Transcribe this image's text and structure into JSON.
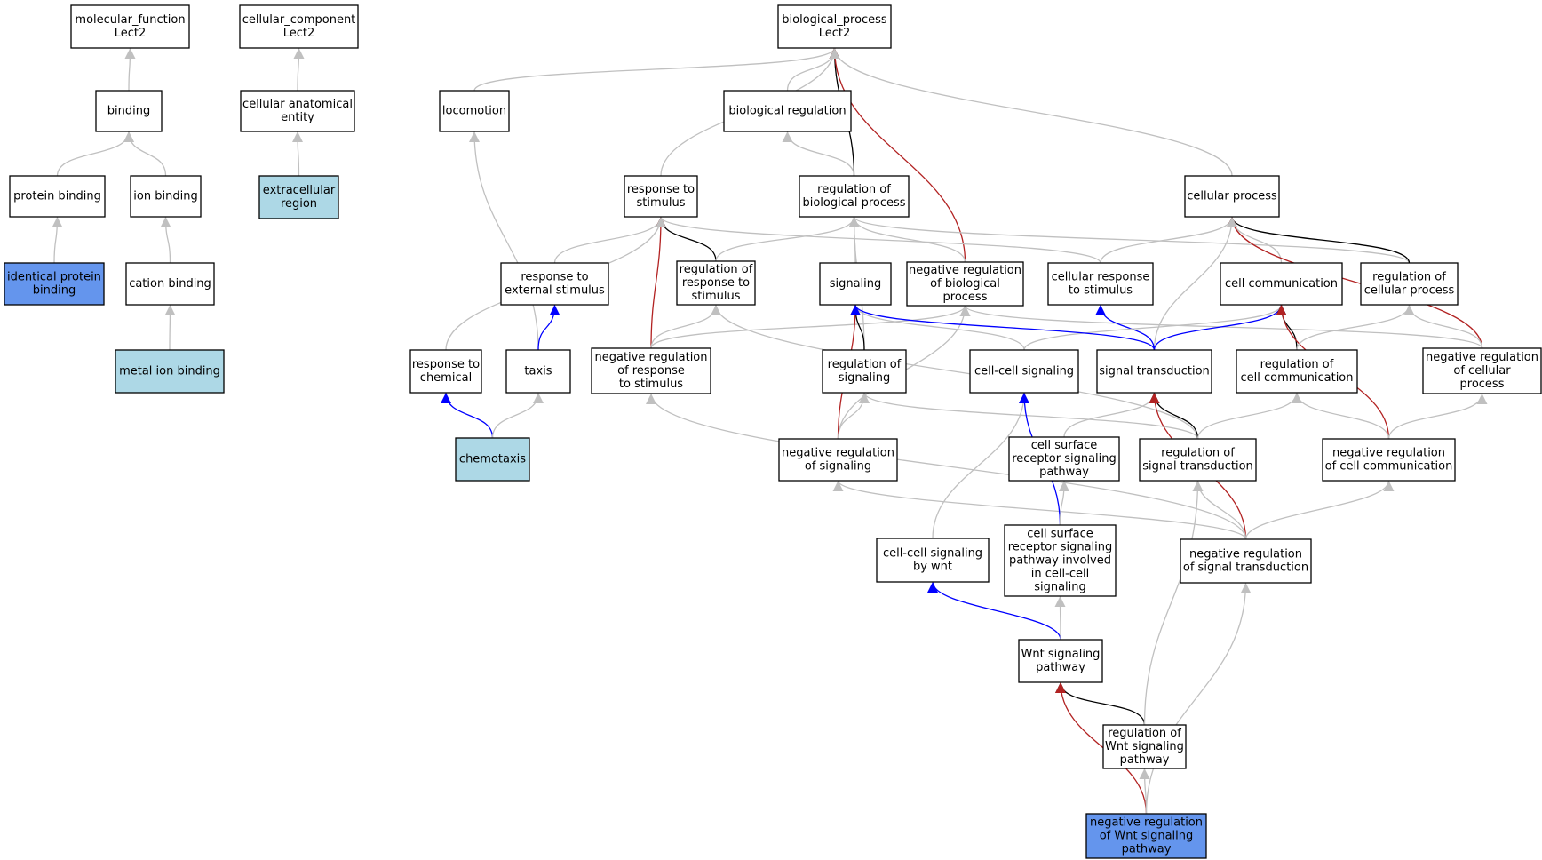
{
  "colors": {
    "plain": "#ffffff",
    "light_blue": "#add8e6",
    "cornflower_blue": "#6495ed",
    "is_a": "#c0c0c0",
    "regulates": "#000000",
    "part_of": "#0000ff",
    "negatively_regulates": "#b22222"
  },
  "nodes": [
    {
      "id": "mf",
      "lines": [
        "molecular_function",
        "Lect2"
      ],
      "fill": "plain"
    },
    {
      "id": "cc",
      "lines": [
        "cellular_component",
        "Lect2"
      ],
      "fill": "plain"
    },
    {
      "id": "bp",
      "lines": [
        "biological_process",
        "Lect2"
      ],
      "fill": "plain"
    },
    {
      "id": "binding",
      "lines": [
        "binding"
      ],
      "fill": "plain"
    },
    {
      "id": "cae",
      "lines": [
        "cellular anatomical",
        "entity"
      ],
      "fill": "plain"
    },
    {
      "id": "locomotion",
      "lines": [
        "locomotion"
      ],
      "fill": "plain"
    },
    {
      "id": "bioreg",
      "lines": [
        "biological regulation"
      ],
      "fill": "plain"
    },
    {
      "id": "protbind",
      "lines": [
        "protein binding"
      ],
      "fill": "plain"
    },
    {
      "id": "ionbind",
      "lines": [
        "ion binding"
      ],
      "fill": "plain"
    },
    {
      "id": "extreg",
      "lines": [
        "extracellular",
        "region"
      ],
      "fill": "light_blue"
    },
    {
      "id": "resp",
      "lines": [
        "response to",
        "stimulus"
      ],
      "fill": "plain"
    },
    {
      "id": "regbp",
      "lines": [
        "regulation of",
        "biological process"
      ],
      "fill": "plain"
    },
    {
      "id": "cellproc",
      "lines": [
        "cellular process"
      ],
      "fill": "plain"
    },
    {
      "id": "identbind",
      "lines": [
        "identical protein",
        "binding"
      ],
      "fill": "cornflower_blue"
    },
    {
      "id": "cationbind",
      "lines": [
        "cation binding"
      ],
      "fill": "plain"
    },
    {
      "id": "respext",
      "lines": [
        "response to",
        "external stimulus"
      ],
      "fill": "plain"
    },
    {
      "id": "regresp",
      "lines": [
        "regulation of",
        "response to",
        "stimulus"
      ],
      "fill": "plain"
    },
    {
      "id": "signaling",
      "lines": [
        "signaling"
      ],
      "fill": "plain"
    },
    {
      "id": "negregbp",
      "lines": [
        "negative regulation",
        "of biological",
        "process"
      ],
      "fill": "plain"
    },
    {
      "id": "cellresp",
      "lines": [
        "cellular response",
        "to stimulus"
      ],
      "fill": "plain"
    },
    {
      "id": "cellcomm",
      "lines": [
        "cell communication"
      ],
      "fill": "plain"
    },
    {
      "id": "regcp",
      "lines": [
        "regulation of",
        "cellular process"
      ],
      "fill": "plain"
    },
    {
      "id": "metalbind",
      "lines": [
        "metal ion binding"
      ],
      "fill": "light_blue"
    },
    {
      "id": "respchem",
      "lines": [
        "response to",
        "chemical"
      ],
      "fill": "plain"
    },
    {
      "id": "taxis",
      "lines": [
        "taxis"
      ],
      "fill": "plain"
    },
    {
      "id": "negregresp",
      "lines": [
        "negative regulation",
        "of response",
        "to stimulus"
      ],
      "fill": "plain"
    },
    {
      "id": "regsig",
      "lines": [
        "regulation of",
        "signaling"
      ],
      "fill": "plain"
    },
    {
      "id": "ccsig",
      "lines": [
        "cell-cell signaling"
      ],
      "fill": "plain"
    },
    {
      "id": "sigtrans",
      "lines": [
        "signal transduction"
      ],
      "fill": "plain"
    },
    {
      "id": "regcc",
      "lines": [
        "regulation of",
        "cell communication"
      ],
      "fill": "plain"
    },
    {
      "id": "negregcp",
      "lines": [
        "negative regulation",
        "of cellular",
        "process"
      ],
      "fill": "plain"
    },
    {
      "id": "chemotaxis",
      "lines": [
        "chemotaxis"
      ],
      "fill": "light_blue"
    },
    {
      "id": "negregsig",
      "lines": [
        "negative regulation",
        "of signaling"
      ],
      "fill": "plain"
    },
    {
      "id": "csrsp",
      "lines": [
        "cell surface",
        "receptor signaling",
        "pathway"
      ],
      "fill": "plain"
    },
    {
      "id": "regst",
      "lines": [
        "regulation of",
        "signal transduction"
      ],
      "fill": "plain"
    },
    {
      "id": "negregcc",
      "lines": [
        "negative regulation",
        "of cell communication"
      ],
      "fill": "plain"
    },
    {
      "id": "ccswnt",
      "lines": [
        "cell-cell signaling",
        "by wnt"
      ],
      "fill": "plain"
    },
    {
      "id": "csrspccs",
      "lines": [
        "cell surface",
        "receptor signaling",
        "pathway involved",
        "in cell-cell",
        "signaling"
      ],
      "fill": "plain"
    },
    {
      "id": "negregst",
      "lines": [
        "negative regulation",
        "of signal transduction"
      ],
      "fill": "plain"
    },
    {
      "id": "wnt",
      "lines": [
        "Wnt signaling",
        "pathway"
      ],
      "fill": "plain"
    },
    {
      "id": "regwnt",
      "lines": [
        "regulation of",
        "Wnt signaling",
        "pathway"
      ],
      "fill": "plain"
    },
    {
      "id": "negregwnt",
      "lines": [
        "negative regulation",
        "of Wnt signaling",
        "pathway"
      ],
      "fill": "cornflower_blue"
    }
  ],
  "edges": [
    {
      "from": "binding",
      "to": "mf",
      "kind": "is_a"
    },
    {
      "from": "cae",
      "to": "cc",
      "kind": "is_a"
    },
    {
      "from": "protbind",
      "to": "binding",
      "kind": "is_a"
    },
    {
      "from": "ionbind",
      "to": "binding",
      "kind": "is_a"
    },
    {
      "from": "extreg",
      "to": "cae",
      "kind": "is_a"
    },
    {
      "from": "identbind",
      "to": "protbind",
      "kind": "is_a"
    },
    {
      "from": "cationbind",
      "to": "ionbind",
      "kind": "is_a"
    },
    {
      "from": "metalbind",
      "to": "cationbind",
      "kind": "is_a"
    },
    {
      "from": "locomotion",
      "to": "bp",
      "kind": "is_a"
    },
    {
      "from": "bioreg",
      "to": "bp",
      "kind": "is_a"
    },
    {
      "from": "resp",
      "to": "bp",
      "kind": "is_a"
    },
    {
      "from": "regbp",
      "to": "bp",
      "kind": "regulates"
    },
    {
      "from": "negregbp",
      "to": "bp",
      "kind": "negatively_regulates"
    },
    {
      "from": "cellproc",
      "to": "bp",
      "kind": "is_a"
    },
    {
      "from": "regbp",
      "to": "bioreg",
      "kind": "is_a"
    },
    {
      "from": "respext",
      "to": "resp",
      "kind": "is_a"
    },
    {
      "from": "respchem",
      "to": "resp",
      "kind": "is_a"
    },
    {
      "from": "regresp",
      "to": "resp",
      "kind": "regulates"
    },
    {
      "from": "negregresp",
      "to": "resp",
      "kind": "negatively_regulates"
    },
    {
      "from": "cellresp",
      "to": "resp",
      "kind": "is_a"
    },
    {
      "from": "regresp",
      "to": "regbp",
      "kind": "is_a"
    },
    {
      "from": "signaling",
      "to": "regbp",
      "kind": "is_a"
    },
    {
      "from": "negregbp",
      "to": "regbp",
      "kind": "is_a"
    },
    {
      "from": "regcp",
      "to": "regbp",
      "kind": "is_a"
    },
    {
      "from": "regsig",
      "to": "regbp",
      "kind": "is_a"
    },
    {
      "from": "cellresp",
      "to": "cellproc",
      "kind": "is_a"
    },
    {
      "from": "cellcomm",
      "to": "cellproc",
      "kind": "is_a"
    },
    {
      "from": "regcp",
      "to": "cellproc",
      "kind": "regulates"
    },
    {
      "from": "negregcp",
      "to": "cellproc",
      "kind": "negatively_regulates"
    },
    {
      "from": "sigtrans",
      "to": "cellproc",
      "kind": "is_a"
    },
    {
      "from": "taxis",
      "to": "locomotion",
      "kind": "is_a"
    },
    {
      "from": "taxis",
      "to": "respext",
      "kind": "part_of"
    },
    {
      "from": "negregresp",
      "to": "regresp",
      "kind": "is_a"
    },
    {
      "from": "regst",
      "to": "regresp",
      "kind": "is_a"
    },
    {
      "from": "negregresp",
      "to": "negregbp",
      "kind": "is_a"
    },
    {
      "from": "negregsig",
      "to": "negregbp",
      "kind": "is_a"
    },
    {
      "from": "negregcp",
      "to": "negregbp",
      "kind": "is_a"
    },
    {
      "from": "sigtrans",
      "to": "cellresp",
      "kind": "part_of"
    },
    {
      "from": "ccsig",
      "to": "cellcomm",
      "kind": "is_a"
    },
    {
      "from": "sigtrans",
      "to": "cellcomm",
      "kind": "part_of"
    },
    {
      "from": "regcc",
      "to": "cellcomm",
      "kind": "regulates"
    },
    {
      "from": "negregcc",
      "to": "cellcomm",
      "kind": "negatively_regulates"
    },
    {
      "from": "regcc",
      "to": "regcp",
      "kind": "is_a"
    },
    {
      "from": "negregcp",
      "to": "regcp",
      "kind": "is_a"
    },
    {
      "from": "regsig",
      "to": "signaling",
      "kind": "regulates"
    },
    {
      "from": "negregsig",
      "to": "signaling",
      "kind": "negatively_regulates"
    },
    {
      "from": "ccsig",
      "to": "signaling",
      "kind": "is_a"
    },
    {
      "from": "sigtrans",
      "to": "signaling",
      "kind": "part_of"
    },
    {
      "from": "chemotaxis",
      "to": "respchem",
      "kind": "part_of"
    },
    {
      "from": "chemotaxis",
      "to": "taxis",
      "kind": "is_a"
    },
    {
      "from": "negregsig",
      "to": "regsig",
      "kind": "is_a"
    },
    {
      "from": "regst",
      "to": "regsig",
      "kind": "is_a"
    },
    {
      "from": "csrsp",
      "to": "sigtrans",
      "kind": "is_a"
    },
    {
      "from": "regst",
      "to": "sigtrans",
      "kind": "regulates"
    },
    {
      "from": "negregst",
      "to": "sigtrans",
      "kind": "negatively_regulates"
    },
    {
      "from": "regst",
      "to": "regcc",
      "kind": "is_a"
    },
    {
      "from": "negregcc",
      "to": "regcc",
      "kind": "is_a"
    },
    {
      "from": "negregcc",
      "to": "negregcp",
      "kind": "is_a"
    },
    {
      "from": "negregst",
      "to": "negregresp",
      "kind": "is_a"
    },
    {
      "from": "negregst",
      "to": "negregsig",
      "kind": "is_a"
    },
    {
      "from": "negregst",
      "to": "regst",
      "kind": "is_a"
    },
    {
      "from": "negregst",
      "to": "negregcc",
      "kind": "is_a"
    },
    {
      "from": "ccswnt",
      "to": "ccsig",
      "kind": "is_a"
    },
    {
      "from": "csrspccs",
      "to": "ccsig",
      "kind": "part_of"
    },
    {
      "from": "csrspccs",
      "to": "csrsp",
      "kind": "is_a"
    },
    {
      "from": "wnt",
      "to": "ccswnt",
      "kind": "part_of"
    },
    {
      "from": "wnt",
      "to": "csrspccs",
      "kind": "is_a"
    },
    {
      "from": "regwnt",
      "to": "wnt",
      "kind": "regulates"
    },
    {
      "from": "negregwnt",
      "to": "wnt",
      "kind": "negatively_regulates"
    },
    {
      "from": "regwnt",
      "to": "regst",
      "kind": "is_a"
    },
    {
      "from": "negregwnt",
      "to": "regwnt",
      "kind": "is_a"
    },
    {
      "from": "negregwnt",
      "to": "negregst",
      "kind": "is_a"
    }
  ]
}
